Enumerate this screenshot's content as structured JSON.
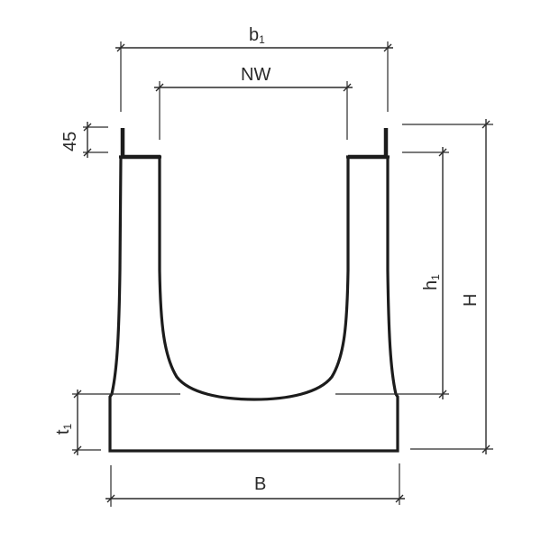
{
  "diagram": {
    "type": "technical-cross-section",
    "subject": "U-shaped drainage channel profile",
    "colors": {
      "line": "#1c1c1c",
      "dimension": "#2a2a2a",
      "background": "#ffffff"
    },
    "dimensions": {
      "b1": {
        "main": "b",
        "sub": "1",
        "orientation": "horizontal",
        "position": "top-outer"
      },
      "nw": {
        "main": "NW",
        "orientation": "horizontal",
        "position": "top-inner"
      },
      "rim": {
        "main": "45",
        "orientation": "vertical",
        "position": "left-rim"
      },
      "h1": {
        "main": "h",
        "sub": "1",
        "orientation": "vertical",
        "position": "right-inner"
      },
      "H": {
        "main": "H",
        "orientation": "vertical",
        "position": "right-outer"
      },
      "t1": {
        "main": "t",
        "sub": "1",
        "orientation": "vertical",
        "position": "left-base"
      },
      "B": {
        "main": "B",
        "orientation": "horizontal",
        "position": "bottom"
      }
    }
  }
}
